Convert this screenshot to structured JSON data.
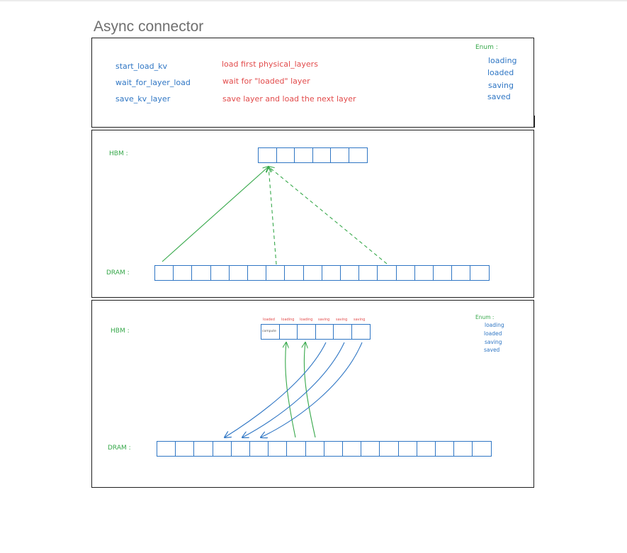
{
  "title": "Async connector",
  "api": {
    "functions": [
      {
        "name": "start_load_kv",
        "desc": "load first physical_layers"
      },
      {
        "name": "wait_for_layer_load",
        "desc": "wait for \"loaded\" layer"
      },
      {
        "name": "save_kv_layer",
        "desc": "save layer and load the next layer"
      }
    ],
    "enum_label": "Enum :",
    "enum_values": [
      "loading",
      "loaded",
      "saving",
      "saved"
    ]
  },
  "load_panel": {
    "hbm_label": "HBM :",
    "dram_label": "DRAM :"
  },
  "pipeline_panel": {
    "hbm_label": "HBM :",
    "dram_label": "DRAM :",
    "slot_states": [
      "loaded",
      "loading",
      "loading",
      "saving",
      "saving",
      "saving"
    ],
    "compute_label": "compute",
    "enum_label": "Enum :",
    "enum_values": [
      "loading",
      "loaded",
      "saving",
      "saved"
    ]
  },
  "colors": {
    "blue": "#2f76c4",
    "red": "#e24b4b",
    "green": "#36a84a"
  }
}
